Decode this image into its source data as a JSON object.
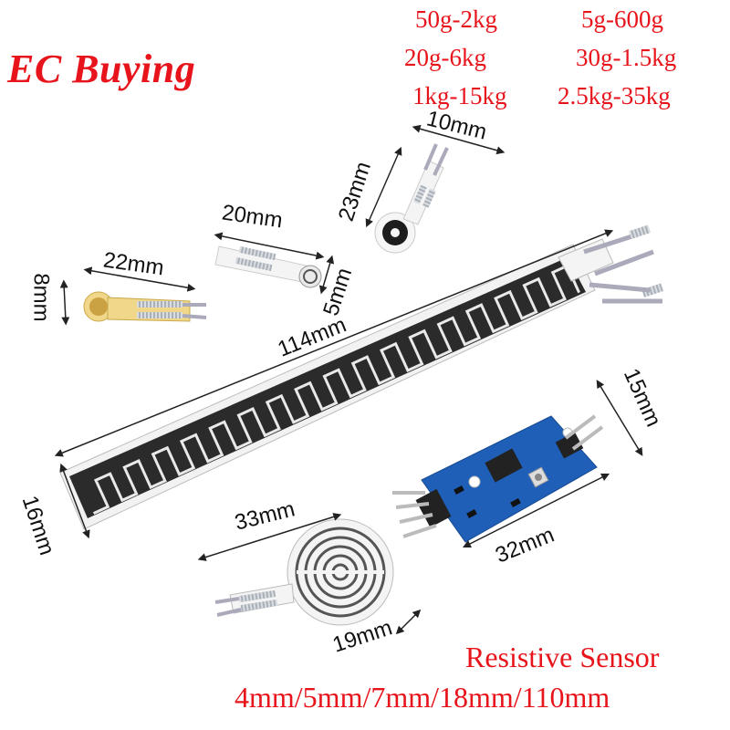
{
  "brand": {
    "name": "EC Buying"
  },
  "ranges": [
    "50g-2kg",
    "5g-600g",
    "20g-6kg",
    "30g-1.5kg",
    "1kg-15kg",
    "2.5kg-35kg"
  ],
  "dimensions": {
    "small_round_width": "10mm",
    "small_round_length": "23mm",
    "small_square_length": "20mm",
    "small_square_width": "5mm",
    "tiny_round_length": "22mm",
    "tiny_round_width": "8mm",
    "strip_length": "114mm",
    "strip_width": "16mm",
    "module_height": "15mm",
    "module_length": "32mm",
    "large_round_length": "33mm",
    "large_round_width": "19mm"
  },
  "footer": {
    "title": "Resistive Sensor",
    "sizes": "4mm/5mm/7mm/18mm/110mm"
  },
  "colors": {
    "brand_red": "#e8141b",
    "board_blue": "#1f5fb8",
    "sensor_dark": "#2b2b2b"
  }
}
